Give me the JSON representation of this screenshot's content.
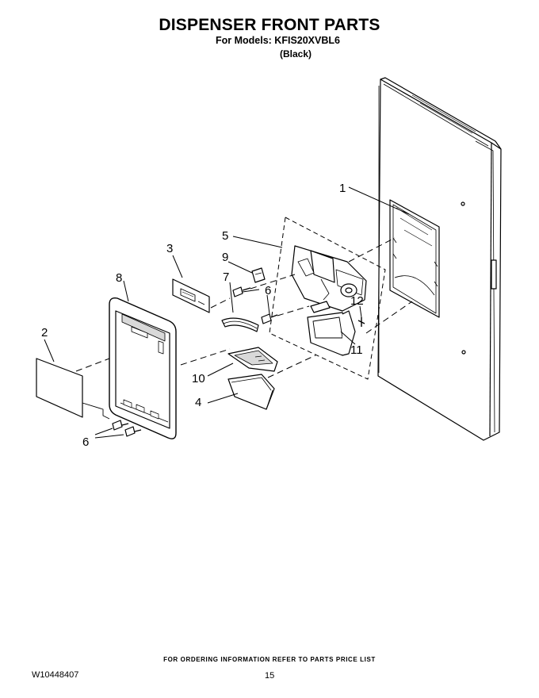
{
  "header": {
    "title": "DISPENSER FRONT PARTS",
    "models": "For Models: KFIS20XVBL6",
    "color": "(Black)"
  },
  "callouts": {
    "c1": "1",
    "c2": "2",
    "c3": "3",
    "c4": "4",
    "c5": "5",
    "c6a": "6",
    "c6b": "6",
    "c7": "7",
    "c8": "8",
    "c9": "9",
    "c10": "10",
    "c11": "11",
    "c12": "12"
  },
  "footer": {
    "note": "FOR ORDERING INFORMATION REFER TO PARTS PRICE LIST",
    "doc_number": "W10448407",
    "page_number": "15"
  },
  "colors": {
    "line": "#000000",
    "part_fill": "#ffffff",
    "shade": "#d9d9d9"
  }
}
